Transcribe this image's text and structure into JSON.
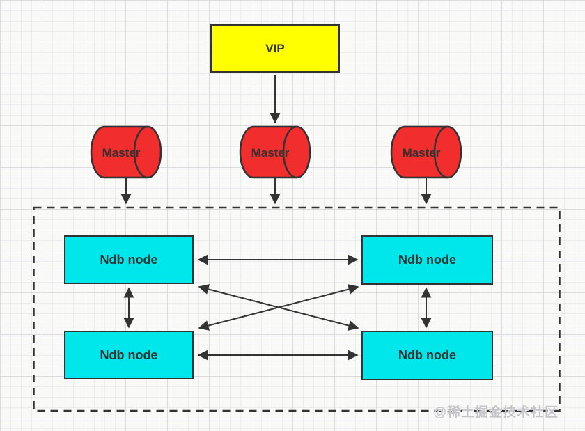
{
  "diagram": {
    "vip": {
      "label": "VIP"
    },
    "masters": [
      {
        "label": "Master"
      },
      {
        "label": "Master"
      },
      {
        "label": "Master"
      }
    ],
    "cluster": {
      "nodes": [
        {
          "label": "Ndb node"
        },
        {
          "label": "Ndb node"
        },
        {
          "label": "Ndb node"
        },
        {
          "label": "Ndb node"
        }
      ]
    },
    "watermark": "@稀土掘金技术社区",
    "colors": {
      "background": "#f9f9f8",
      "grid_minor": "#ededf1",
      "grid_major": "#dcdce0",
      "stroke": "#333333",
      "vip_fill": "#ffff00",
      "master_fill": "#f12d2d",
      "node_fill": "#00e7eb",
      "watermark": "#c6c6ca"
    }
  }
}
